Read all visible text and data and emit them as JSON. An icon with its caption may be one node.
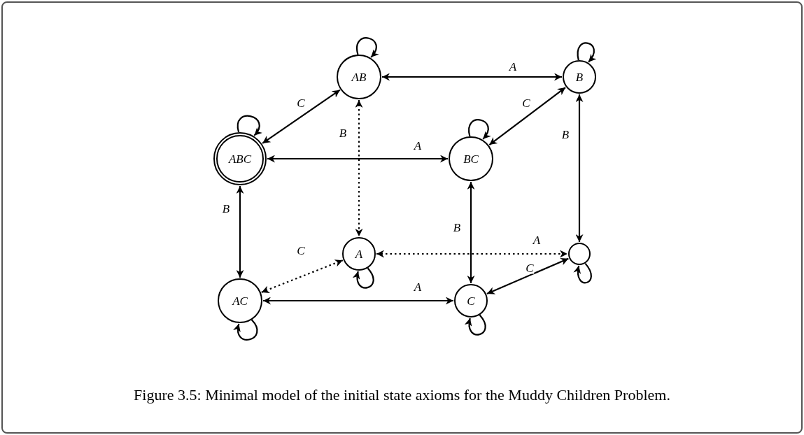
{
  "diagram": {
    "caption": "Figure 3.5: Minimal model of the initial state axioms for the Muddy Children Problem.",
    "nodes": [
      {
        "text": [
          "AB"
        ]
      },
      {
        "text": [
          "B"
        ]
      },
      {
        "text": [
          "ABC"
        ]
      },
      {
        "text": [
          "BC"
        ]
      },
      {
        "text": [
          "A"
        ]
      },
      {
        "text": [],
        "shape": "circle"
      },
      {
        "text": [
          "AC"
        ]
      },
      {
        "text": [
          "C"
        ]
      }
    ],
    "edges": [
      {
        "from": 0,
        "to": 1,
        "arrow": "both",
        "label": "A"
      },
      {
        "from": 2,
        "to": 0,
        "arrow": "both",
        "label": "C"
      },
      {
        "from": 0,
        "to": 4,
        "arrow": "both",
        "label": "B",
        "style": "dashed"
      },
      {
        "from": 2,
        "to": 3,
        "arrow": "both",
        "label": "A"
      },
      {
        "from": 3,
        "to": 1,
        "arrow": "both",
        "label": "C"
      },
      {
        "from": 1,
        "to": 5,
        "arrow": "both",
        "label": "B"
      },
      {
        "from": 2,
        "to": 6,
        "arrow": "both",
        "label": "B"
      },
      {
        "from": 3,
        "to": 7,
        "arrow": "both",
        "label": "B"
      },
      {
        "from": 4,
        "to": 5,
        "arrow": "both",
        "label": "A",
        "style": "dashed"
      },
      {
        "from": 6,
        "to": 4,
        "arrow": "both",
        "label": "C",
        "style": "dashed"
      },
      {
        "from": 6,
        "to": 7,
        "arrow": "both",
        "label": "A"
      },
      {
        "from": 7,
        "to": 5,
        "arrow": "both",
        "label": "C"
      },
      {
        "from": 0,
        "to": 0,
        "arrow": "to"
      },
      {
        "from": 1,
        "to": 1,
        "arrow": "to"
      },
      {
        "from": 2,
        "to": 2,
        "arrow": "to"
      },
      {
        "from": 3,
        "to": 3,
        "arrow": "to"
      },
      {
        "from": 4,
        "to": 4,
        "arrow": "to"
      },
      {
        "from": 5,
        "to": 5,
        "arrow": "to"
      },
      {
        "from": 6,
        "to": 6,
        "arrow": "to"
      },
      {
        "from": 7,
        "to": 7,
        "arrow": "to"
      }
    ]
  }
}
